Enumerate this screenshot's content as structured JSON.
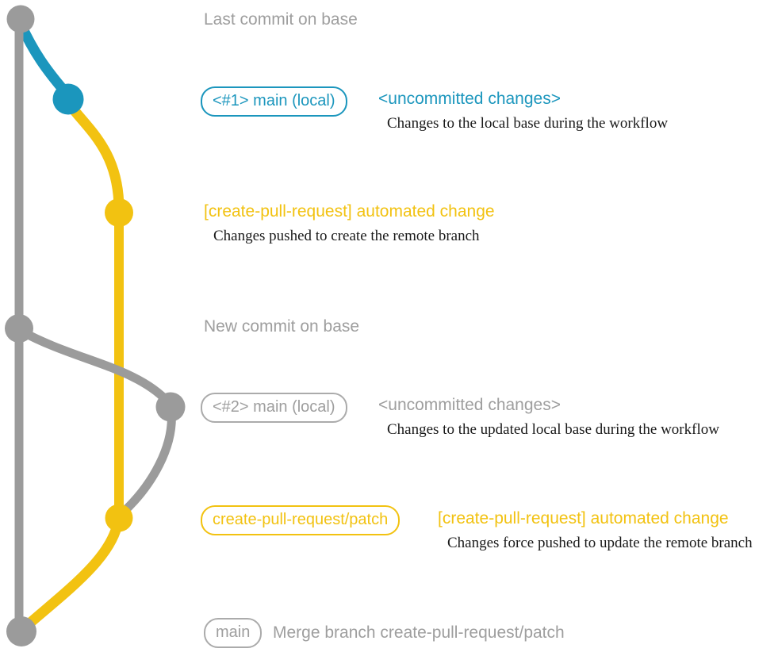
{
  "colors": {
    "teal": "#1b96bd",
    "yellow": "#f2c211",
    "gray": "#9b9b9b",
    "textgray": "#9e9e9e"
  },
  "graph": {
    "branches": [
      {
        "name": "base (remote main)",
        "color": "gray"
      },
      {
        "name": "local main",
        "color": "teal then gray"
      },
      {
        "name": "create-pull-request/patch",
        "color": "yellow"
      }
    ],
    "nodes": [
      {
        "id": "base-commit-1",
        "color": "gray"
      },
      {
        "id": "local-commit-1",
        "color": "teal"
      },
      {
        "id": "patch-commit-1",
        "color": "yellow"
      },
      {
        "id": "base-commit-2",
        "color": "gray"
      },
      {
        "id": "local-commit-2",
        "color": "gray"
      },
      {
        "id": "patch-commit-2",
        "color": "yellow"
      },
      {
        "id": "merge-commit",
        "color": "gray"
      }
    ]
  },
  "rows": {
    "row1": {
      "label": "Last commit on base"
    },
    "row2": {
      "badge": "<#1> main (local)",
      "title": "<uncommitted changes>",
      "desc": "Changes to the local base during the workflow"
    },
    "row3": {
      "title": "[create-pull-request] automated change",
      "desc": "Changes pushed to create the remote branch"
    },
    "row4": {
      "label": "New commit on base"
    },
    "row5": {
      "badge": "<#2> main (local)",
      "title": "<uncommitted changes>",
      "desc": "Changes to the updated local base during the workflow"
    },
    "row6": {
      "badge": "create-pull-request/patch",
      "title": "[create-pull-request] automated change",
      "desc": "Changes force pushed to update the remote branch"
    },
    "row7": {
      "badge": "main",
      "label": "Merge branch create-pull-request/patch"
    }
  }
}
